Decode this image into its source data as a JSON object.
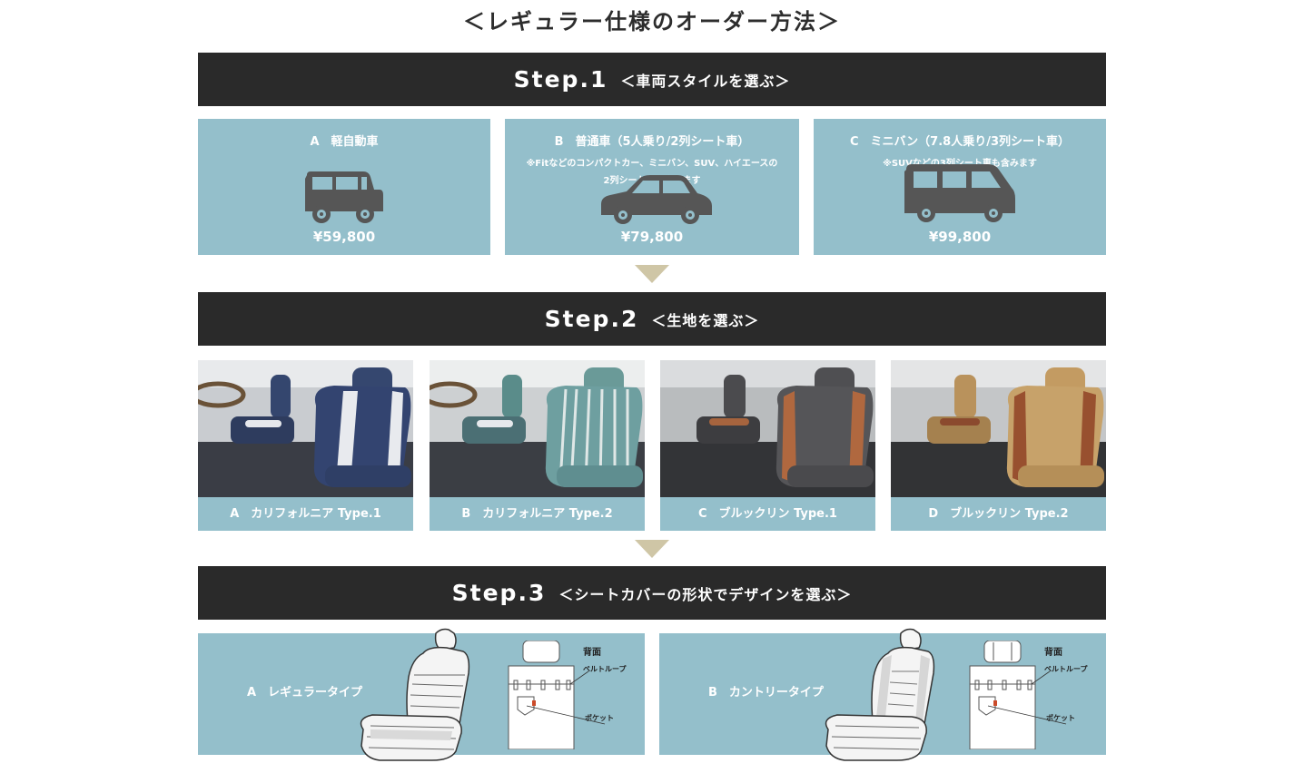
{
  "page_title": "＜レギュラー仕様のオーダー方法＞",
  "steps": [
    {
      "label": "Step.1",
      "subtitle": "＜車両スタイルを選ぶ＞"
    },
    {
      "label": "Step.2",
      "subtitle": "＜生地を選ぶ＞"
    },
    {
      "label": "Step.3",
      "subtitle": "＜シートカバーの形状でデザインを選ぶ＞"
    }
  ],
  "vehicles": [
    {
      "title": "A　軽自動車",
      "note": "",
      "price": "¥59,800",
      "icon": "kei-car-icon"
    },
    {
      "title": "B　普通車（5人乗り/2列シート車）",
      "note": "※Fitなどのコンパクトカー、ミニバン、SUV、ハイエースの",
      "note2": "2列シート車も含みます",
      "price": "¥79,800",
      "icon": "sedan-car-icon"
    },
    {
      "title": "C　ミニバン（7.8人乗り/3列シート車）",
      "note": "※SUVなどの3列シート車も含みます",
      "price": "¥99,800",
      "icon": "minivan-icon"
    }
  ],
  "fabrics": [
    {
      "label": "A　カリフォルニア Type.1"
    },
    {
      "label": "B　カリフォルニア Type.2"
    },
    {
      "label": "C　ブルックリン Type.1"
    },
    {
      "label": "D　ブルックリン Type.2"
    }
  ],
  "designs": [
    {
      "label": "A　レギュラータイプ",
      "back_label": "背面",
      "belt_label": "ベルトループ",
      "pocket_label": "ポケット"
    },
    {
      "label": "B　カントリータイプ",
      "back_label": "背面",
      "belt_label": "ベルトループ",
      "pocket_label": "ポケット"
    }
  ],
  "colors": {
    "panel": "#94bfcb",
    "bar": "#2a2a2a",
    "arrow": "#cfc6a6",
    "icon": "#555555"
  }
}
